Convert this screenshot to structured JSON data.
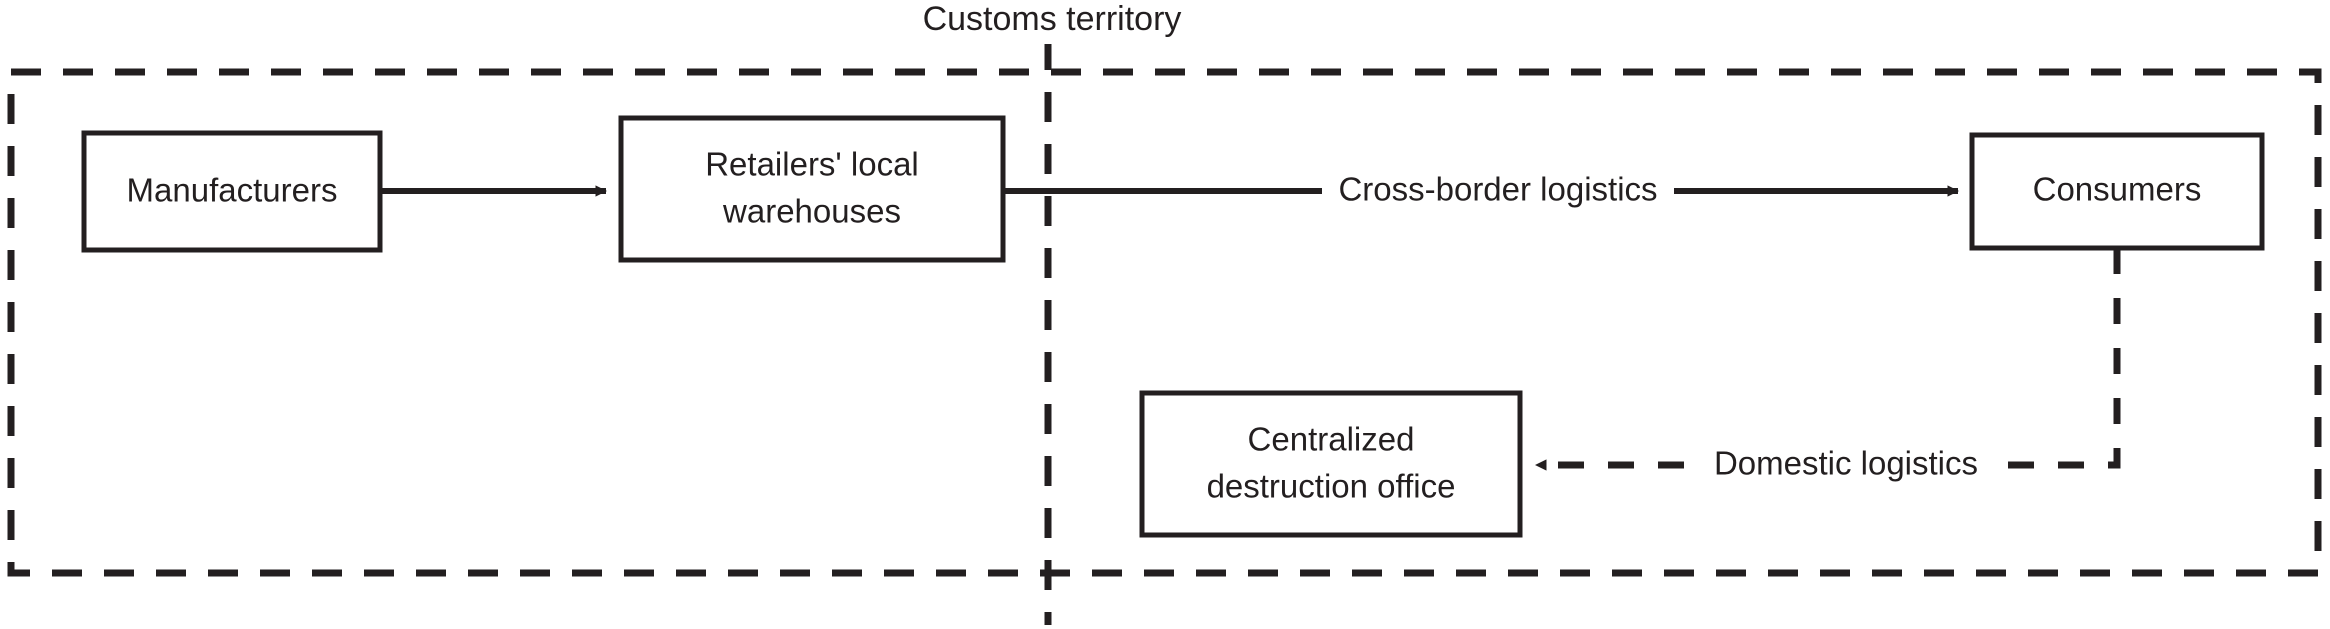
{
  "diagram": {
    "title_label": "Customs territory",
    "regions": [
      {
        "name": "customs-territory",
        "label": "Customs territory",
        "border_style": "dashed",
        "color": "#231f20"
      }
    ],
    "nodes": [
      {
        "id": "manufacturers",
        "label": "Manufacturers"
      },
      {
        "id": "retailers-local-warehouses",
        "label_line1": "Retailers' local",
        "label_line2": "warehouses"
      },
      {
        "id": "consumers",
        "label": "Consumers"
      },
      {
        "id": "centralized-destruction-office",
        "label_line1": "Centralized",
        "label_line2": "destruction office"
      }
    ],
    "edges": [
      {
        "id": "manufacturers-to-warehouses",
        "label": "",
        "style": "solid",
        "arrow": "end"
      },
      {
        "id": "warehouses-to-consumers",
        "label": "Cross-border logistics",
        "style": "solid",
        "arrow": "end"
      },
      {
        "id": "consumers-to-destruction-office",
        "label": "Domestic logistics",
        "style": "dashed",
        "arrow": "end"
      }
    ],
    "colors": {
      "stroke": "#231f20",
      "fill": "#ffffff",
      "background": "#ffffff"
    }
  }
}
